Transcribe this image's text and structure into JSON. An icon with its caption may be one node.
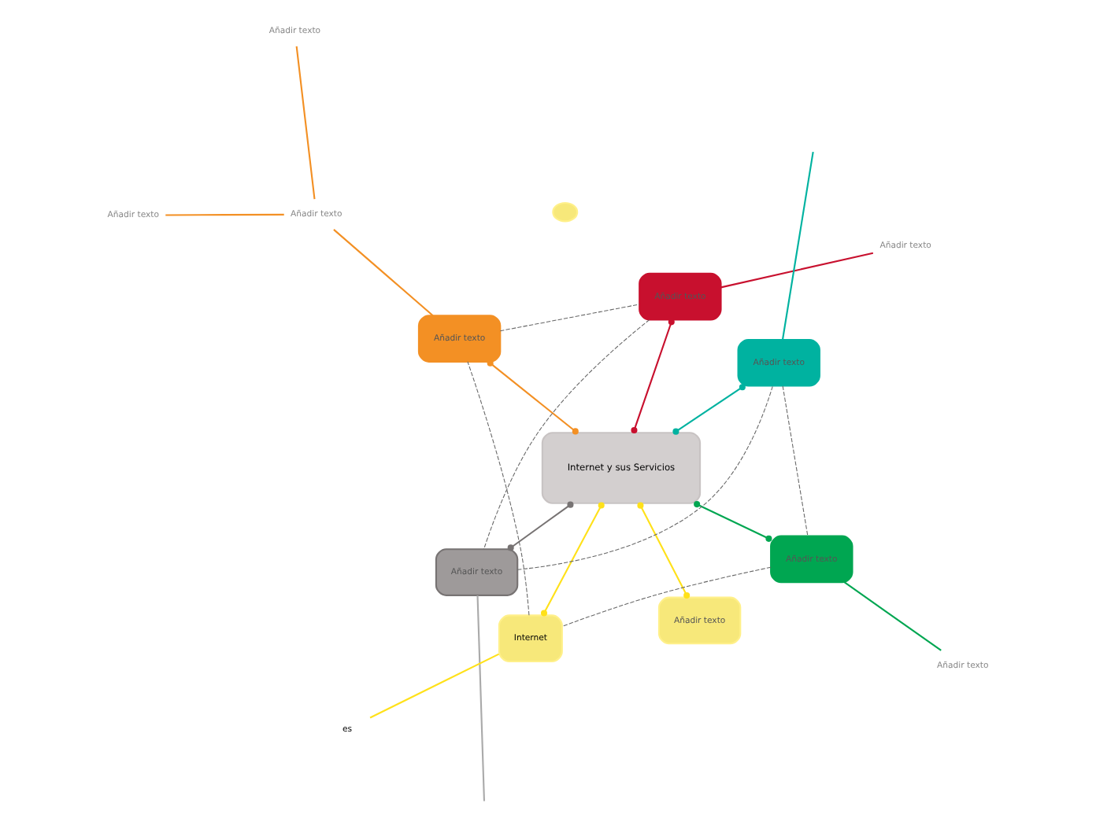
{
  "diagram": {
    "nodes": [
      {
        "text": [
          "Internet y sus Servicios"
        ]
      },
      {
        "text": [
          "Añadir texto"
        ]
      },
      {
        "text": [
          "Internet"
        ]
      },
      {
        "text": [
          "Añadir texto"
        ]
      },
      {
        "text": [
          "Añadir texto"
        ]
      },
      {
        "text": [
          "Añadir texto"
        ]
      },
      {
        "text": [
          "Añadir texto"
        ]
      },
      {
        "text": [
          "Añadir texto"
        ]
      },
      {
        "text": [],
        "shape": "drop"
      },
      {
        "text": [
          "es"
        ]
      },
      {
        "text": [
          "Añadir texto"
        ]
      },
      {
        "text": [
          "Añadir texto"
        ]
      },
      {
        "text": [
          "Añadir texto"
        ]
      },
      {
        "text": [
          "Añadir texto"
        ]
      },
      {
        "text": [
          "Añadir texto"
        ]
      }
    ],
    "edges": [
      {
        "from": 0,
        "to": 1,
        "arrow": "other",
        "color": "#00a651"
      },
      {
        "from": 0,
        "to": 2,
        "arrow": "other",
        "color": "#ffe11a"
      },
      {
        "from": 0,
        "to": 3,
        "arrow": "other",
        "color": "#f39024"
      },
      {
        "from": 0,
        "to": 4,
        "arrow": "other",
        "color": "#00b2a0"
      },
      {
        "from": 0,
        "to": 5,
        "arrow": "other",
        "color": "#c8102e"
      },
      {
        "from": 0,
        "to": 6,
        "arrow": "other",
        "color": "#777373"
      },
      {
        "from": 0,
        "to": 7,
        "arrow": "other",
        "color": "#ffe11a"
      },
      {
        "from": 1,
        "to": 2,
        "arrow": "none",
        "style": "dashed"
      },
      {
        "from": 2,
        "to": 3,
        "arrow": "none",
        "style": "dashed"
      },
      {
        "from": 3,
        "to": 5,
        "arrow": "none",
        "style": "dashed"
      },
      {
        "from": 5,
        "to": 6,
        "arrow": "none",
        "style": "dashed"
      },
      {
        "from": 6,
        "to": 4,
        "arrow": "none",
        "style": "dashed"
      },
      {
        "from": 4,
        "to": 1,
        "arrow": "none",
        "style": "dashed"
      },
      {
        "from": 10,
        "to": 1,
        "arrow": "none",
        "color": "#00a651"
      },
      {
        "from": 9,
        "to": 2,
        "arrow": "none",
        "color": "#ffe11a"
      },
      {
        "from": 3,
        "to": 11,
        "arrow": "none",
        "color": "#f39024"
      },
      {
        "from": 11,
        "to": 12,
        "arrow": "none",
        "color": "#f39024"
      },
      {
        "from": 11,
        "to": 13,
        "arrow": "none",
        "color": "#f39024"
      },
      {
        "from": 5,
        "to": 14,
        "arrow": "none",
        "color": "#c8102e"
      },
      {
        "from": null,
        "to": 4,
        "arrow": "none",
        "color": "#00b2a0"
      },
      {
        "from": 6,
        "to": null,
        "arrow": "none",
        "color": "#aaaaaa"
      }
    ]
  }
}
